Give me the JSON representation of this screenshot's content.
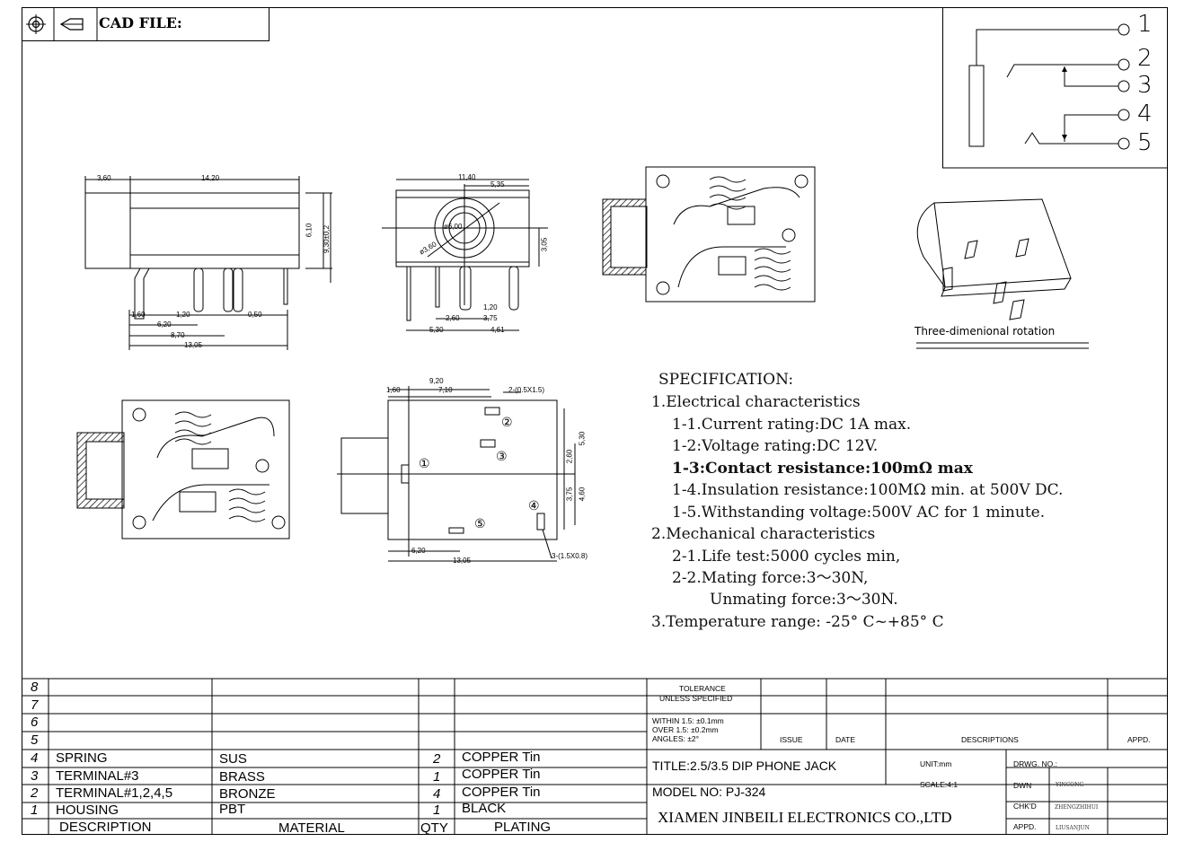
{
  "header": {
    "cad_label": "CAD FILE:"
  },
  "schematic": {
    "pins": [
      "1",
      "2",
      "3",
      "4",
      "5"
    ]
  },
  "iso_view": {
    "caption": "Three-dimenional rotation"
  },
  "dimensions": {
    "side": {
      "top_a": "3,60",
      "top_b": "14,20",
      "h1": "6,10",
      "h2": "9,30±0,2",
      "b1": "1,60",
      "b2": "1,20",
      "b3": "0,50",
      "b4": "6,20",
      "b5": "8,70",
      "b6": "13,05"
    },
    "front": {
      "top_a": "11,40",
      "top_b": "5,35",
      "d1": "ø6,00",
      "d2": "ø3,60",
      "h1": "3,05",
      "b1": "1,20",
      "b2": "2,60",
      "b3": "3,75",
      "b4": "5,30",
      "b5": "4,61"
    },
    "bottom": {
      "t1": "9,20",
      "t2": "1,60",
      "t3": "7,10",
      "t4": "2-(0.5X1.5)",
      "r1": "5,30",
      "r2": "2,60",
      "r3": "3,75",
      "r4": "4,60",
      "b1": "6,20",
      "b2": "13,05",
      "b3": "3-(1.5X0.8)"
    },
    "markers": [
      "①",
      "②",
      "③",
      "④",
      "⑤"
    ]
  },
  "specification": {
    "title": "SPECIFICATION:",
    "lines": [
      "1.Electrical characteristics",
      "1-1.Current rating:DC 1A max.",
      "1-2:Voltage rating:DC 12V.",
      "1-3:Contact resistance:100mΩ max",
      "1-4.Insulation resistance:100MΩ min. at 500V DC.",
      "1-5.Withstanding voltage:500V AC for 1 minute.",
      "2.Mechanical characteristics",
      "2-1.Life test:5000 cycles min,",
      "2-2.Mating force:3～30N,",
      "Unmating force:3～30N.",
      "3.Temperature range: -25° C~+85° C"
    ]
  },
  "bom": {
    "rows": [
      {
        "no": "8",
        "desc": "",
        "material": "",
        "qty": "",
        "plating": ""
      },
      {
        "no": "7",
        "desc": "",
        "material": "",
        "qty": "",
        "plating": ""
      },
      {
        "no": "6",
        "desc": "",
        "material": "",
        "qty": "",
        "plating": ""
      },
      {
        "no": "5",
        "desc": "",
        "material": "",
        "qty": "",
        "plating": ""
      },
      {
        "no": "4",
        "desc": "SPRING",
        "material": "SUS",
        "qty": "2",
        "plating": "COPPER Tin"
      },
      {
        "no": "3",
        "desc": "TERMINAL#3",
        "material": "BRASS",
        "qty": "1",
        "plating": "COPPER Tin"
      },
      {
        "no": "2",
        "desc": "TERMINAL#1,2,4,5",
        "material": "BRONZE",
        "qty": "4",
        "plating": "COPPER Tin"
      },
      {
        "no": "1",
        "desc": "HOUSING",
        "material": "PBT",
        "qty": "1",
        "plating": "BLACK"
      }
    ],
    "headers": {
      "desc": "DESCRIPTION",
      "material": "MATERIAL",
      "qty": "QTY",
      "plating": "PLATING"
    }
  },
  "title_block": {
    "tolerance_title": "TOLERANCE\nUNLESS SPECIFIED",
    "tol_l1": "TOLERANCE",
    "tol_l2": "UNLESS SPECIFIED",
    "tol_a": "WITHIN 1.5: ±0.1mm",
    "tol_b": "OVER 1.5: ±0.2mm",
    "tol_c": "ANGLES: ±2°",
    "issue": "ISSUE",
    "date": "DATE",
    "descriptions": "DESCRIPTIONS",
    "appd_head": "APPD.",
    "title": "TITLE:2.5/3.5 DIP PHONE JACK",
    "unit": "UNIT:mm",
    "drwg_no": "DRWG. NO.:",
    "model": "MODEL NO: PJ-324",
    "scale": "SCALE:4:1",
    "dwn_label": "DWN",
    "dwn_name": "YINCONG",
    "chk_label": "CHK'D",
    "chk_name": "ZHENGZHIHUI",
    "appd_label": "APPD.",
    "appd_name": "LIUSANJUN",
    "company": "XIAMEN JINBEILI ELECTRONICS CO.,LTD"
  }
}
